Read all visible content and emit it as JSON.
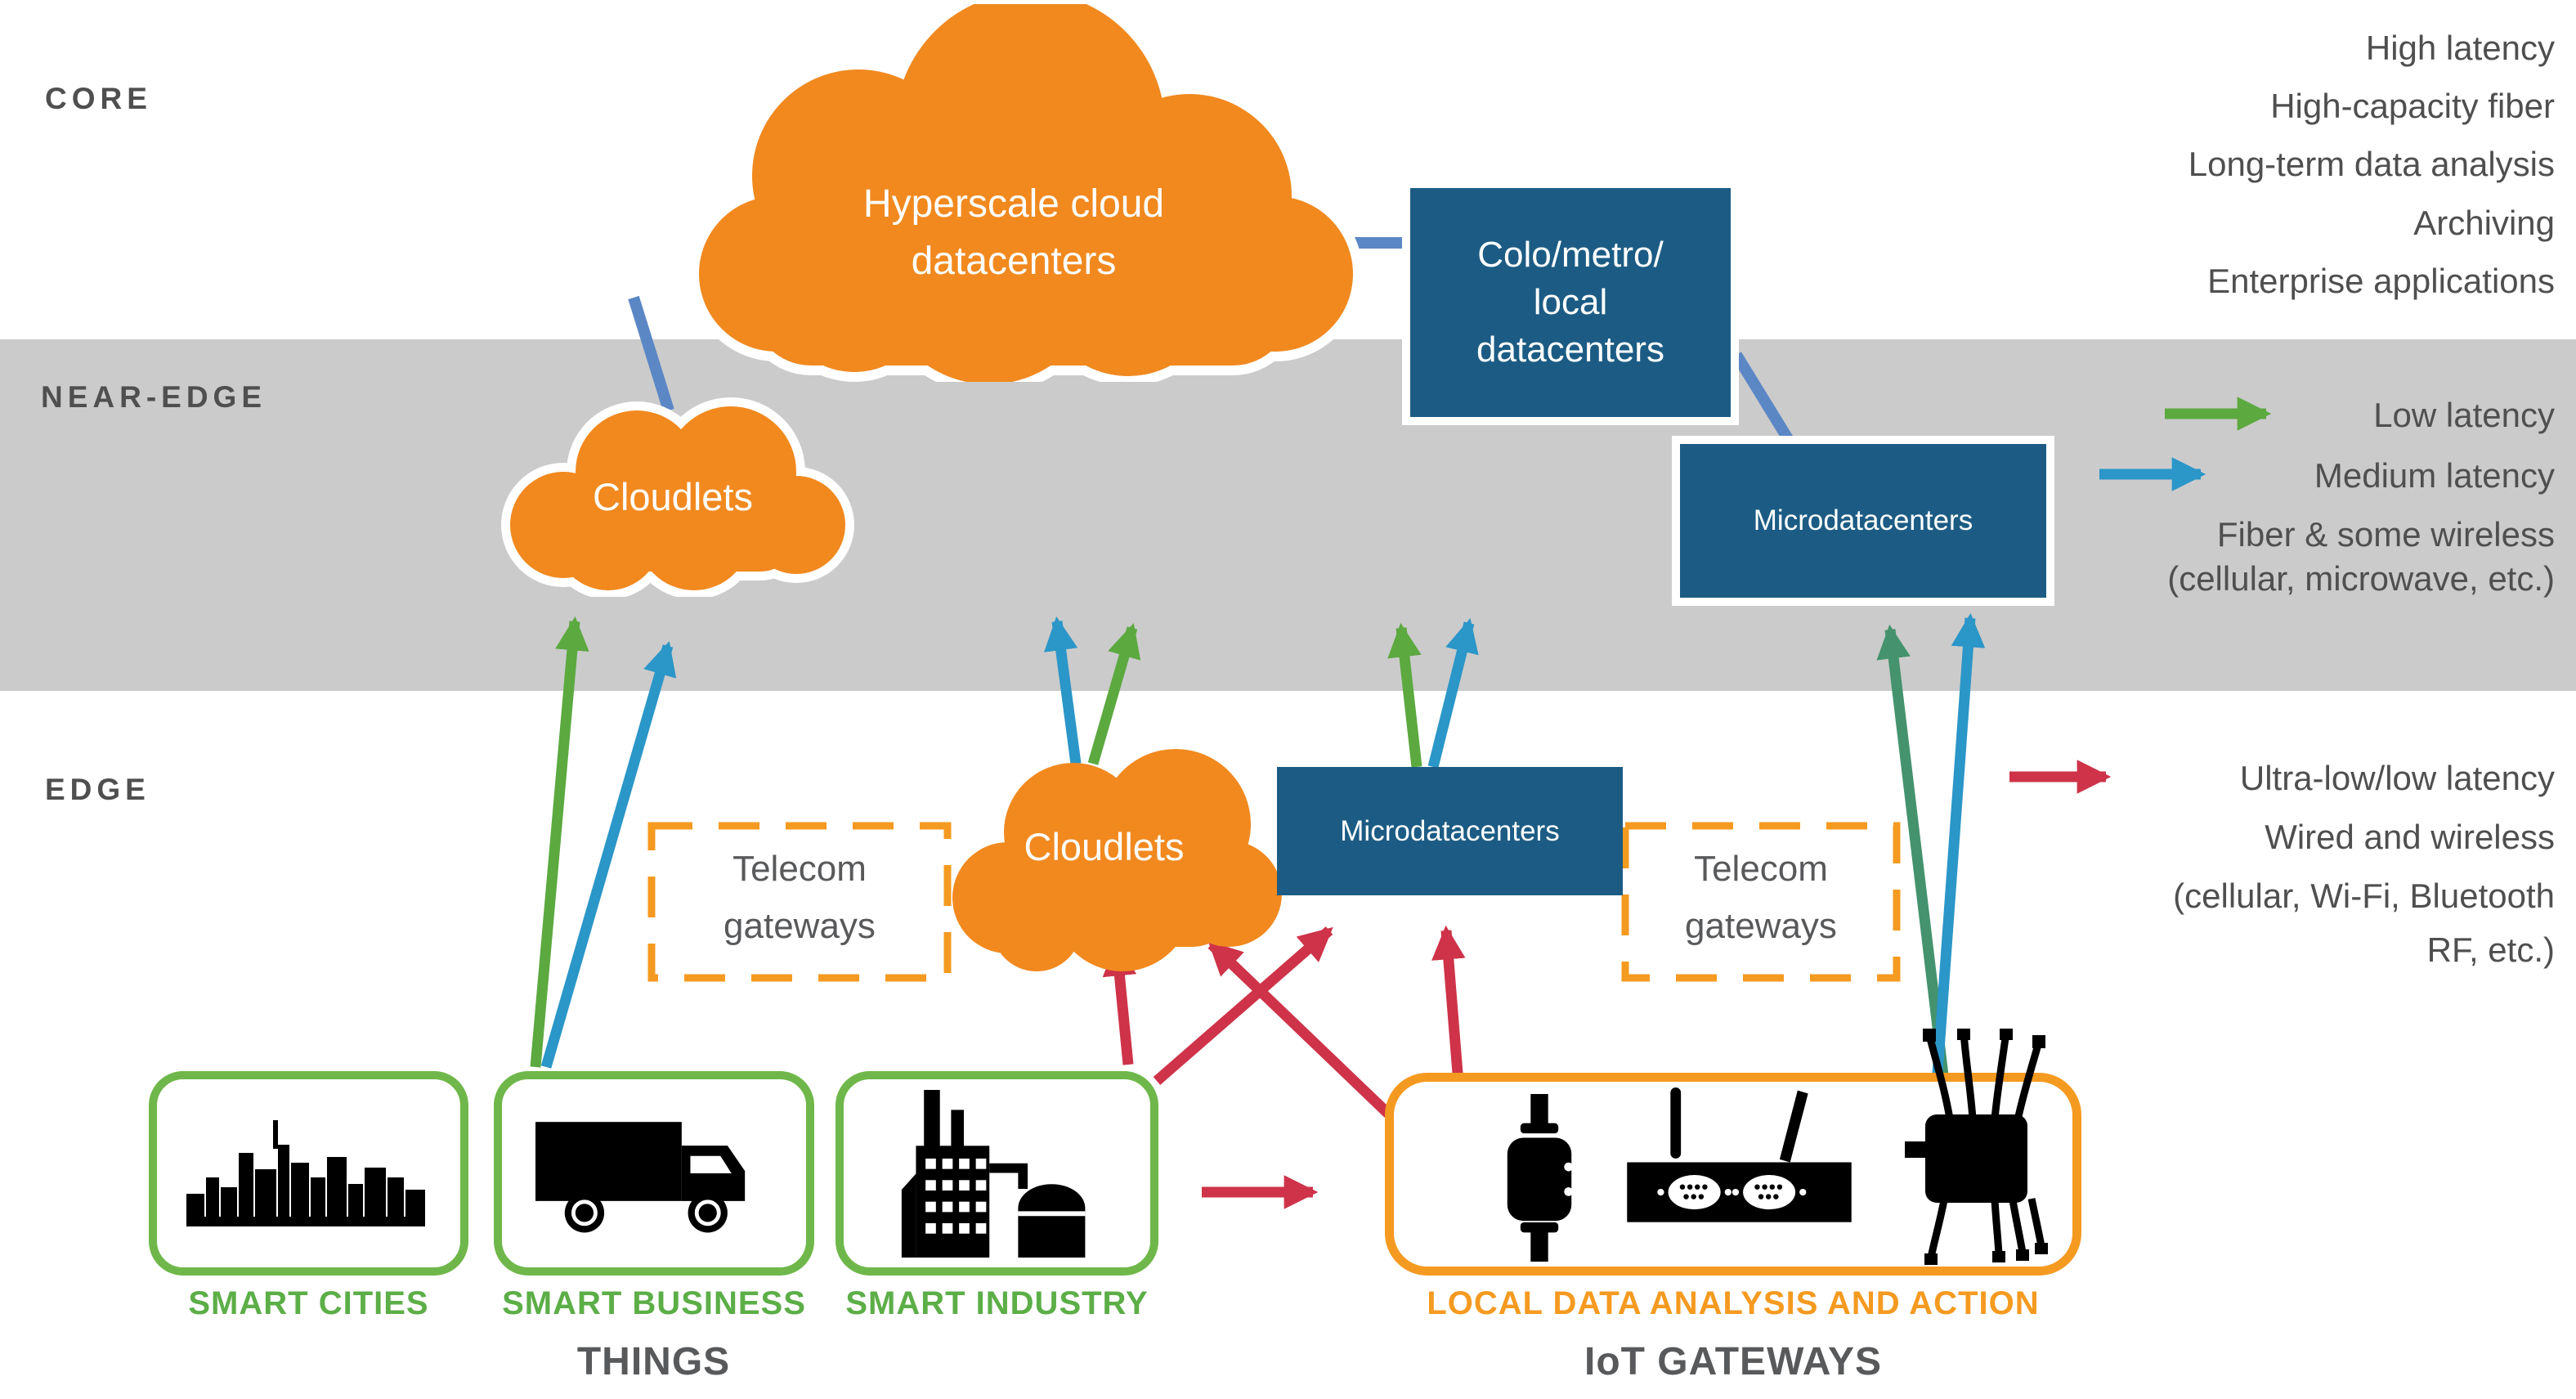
{
  "layers": {
    "core": "CORE",
    "near_edge": "NEAR-EDGE",
    "edge": "EDGE"
  },
  "core_notes": [
    "High latency",
    "High-capacity fiber",
    "Long-term data analysis",
    "Archiving",
    "Enterprise applications"
  ],
  "near_edge_legend": {
    "low_latency": "Low latency",
    "medium_latency": "Medium latency",
    "note1": "Fiber & some wireless",
    "note2": "(cellular, microwave, etc.)"
  },
  "edge_legend": {
    "ultra_low_latency": "Ultra-low/low latency",
    "note1": "Wired and wireless",
    "note2": "(cellular, Wi-Fi, Bluetooth",
    "note3": "RF, etc.)"
  },
  "nodes": {
    "hyperscale": {
      "line1": "Hyperscale cloud",
      "line2": "datacenters"
    },
    "colo": {
      "line1": "Colo/metro/",
      "line2": "local",
      "line3": "datacenters"
    },
    "cloudlets_near": "Cloudlets",
    "microdatacenters_near": "Microdatacenters",
    "cloudlets_edge": "Cloudlets",
    "microdatacenters_edge": "Microdatacenters",
    "telecom_left": {
      "line1": "Telecom",
      "line2": "gateways"
    },
    "telecom_right": {
      "line1": "Telecom",
      "line2": "gateways"
    }
  },
  "things": {
    "caption": "THINGS",
    "items": [
      {
        "label": "SMART CITIES",
        "icon": "city-icon"
      },
      {
        "label": "SMART BUSINESS",
        "icon": "truck-icon"
      },
      {
        "label": "SMART INDUSTRY",
        "icon": "factory-icon"
      }
    ]
  },
  "iot_gateways": {
    "label": "LOCAL DATA ANALYSIS AND ACTION",
    "caption": "IoT GATEWAYS",
    "icons": [
      "sensor-device-icon",
      "router-icon",
      "controller-icon"
    ]
  },
  "colors": {
    "orange": "#F1891F",
    "orange_accent": "#F59A20",
    "blue_box": "#1C5C84",
    "periwinkle_link": "#5B87C5",
    "green_arrow": "#5CA940",
    "sea_green_arrow": "#44936E",
    "blue_arrow": "#2B96C8",
    "red_arrow": "#CE3349",
    "green_border": "#6FB74A",
    "green_label": "#5CAE47",
    "gray_band": "#CBCBCB",
    "text_dark": "#4F4F4F",
    "text_gray": "#58595B"
  }
}
